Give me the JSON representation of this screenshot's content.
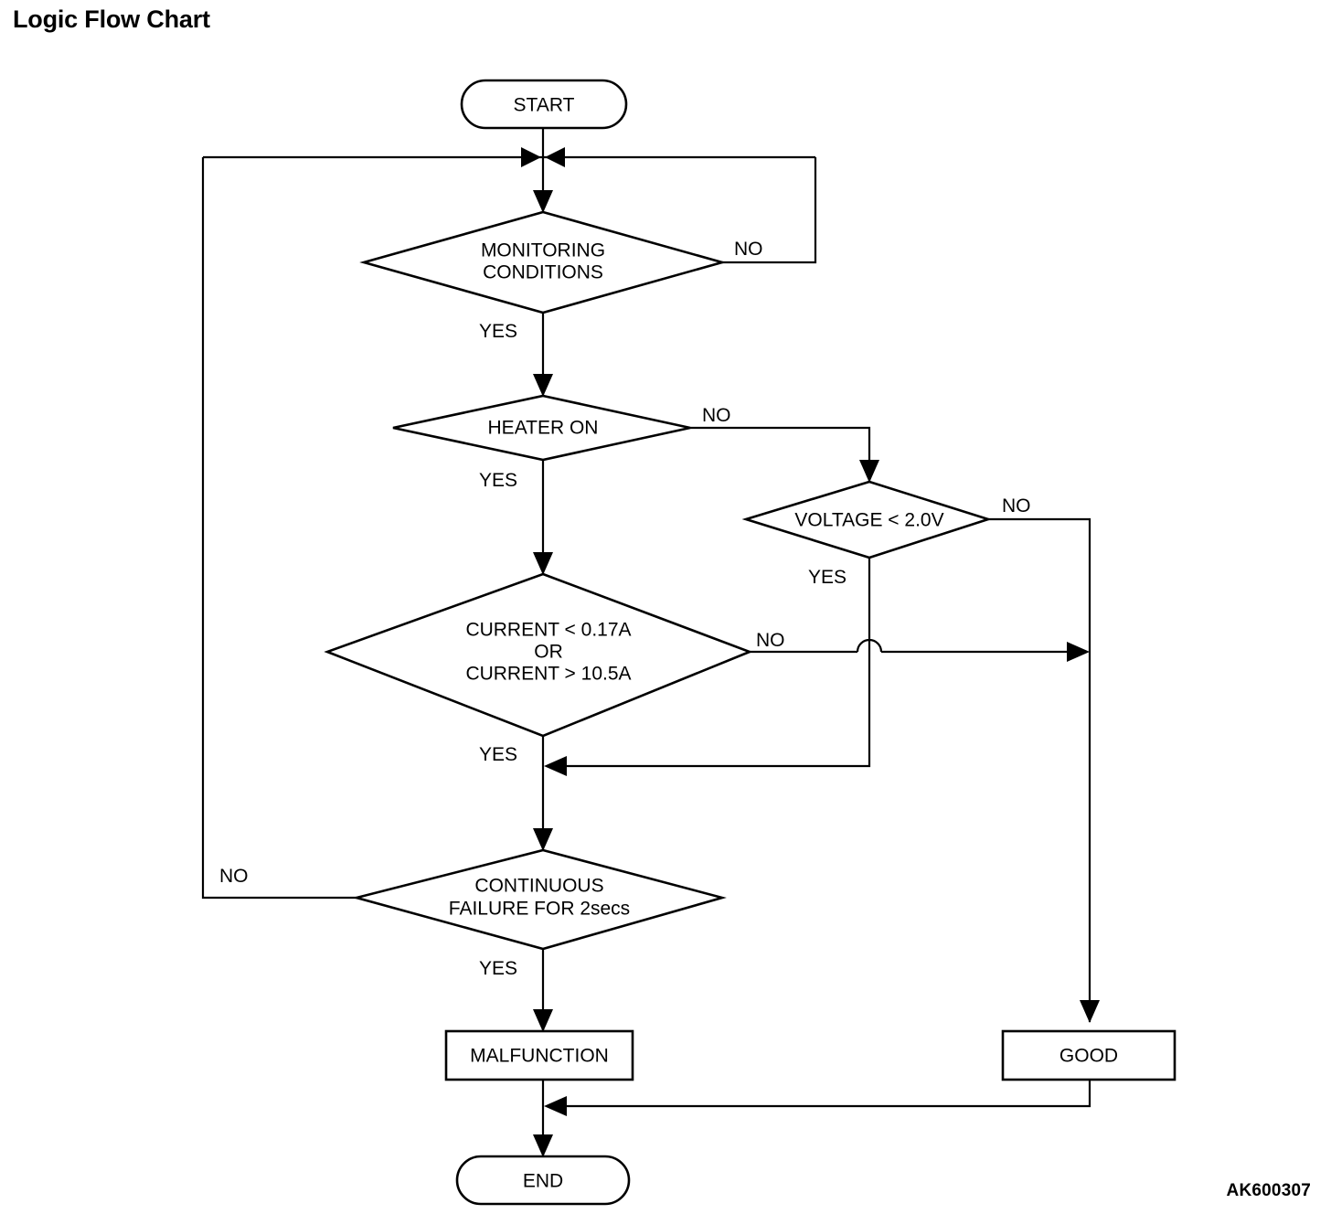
{
  "page": {
    "title": "Logic Flow Chart",
    "figure_code": "AK600307",
    "background_color": "#ffffff",
    "line_color": "#000000"
  },
  "chart_data": {
    "type": "diagram",
    "diagram_kind": "flowchart",
    "title": "Logic Flow Chart",
    "figure_code": "AK600307",
    "nodes": [
      {
        "id": "start",
        "shape": "stadium",
        "label": "START"
      },
      {
        "id": "monitoring",
        "shape": "diamond",
        "label": "MONITORING CONDITIONS",
        "lines": [
          "MONITORING",
          "CONDITIONS"
        ]
      },
      {
        "id": "heater",
        "shape": "diamond",
        "label": "HEATER ON",
        "lines": [
          "HEATER ON"
        ]
      },
      {
        "id": "voltage",
        "shape": "diamond",
        "label": "VOLTAGE < 2.0V",
        "lines": [
          "VOLTAGE < 2.0V"
        ]
      },
      {
        "id": "current",
        "shape": "diamond",
        "label": "CURRENT < 0.17A OR CURRENT > 10.5A",
        "lines": [
          "CURRENT < 0.17A",
          "OR",
          "CURRENT > 10.5A"
        ]
      },
      {
        "id": "continuous",
        "shape": "diamond",
        "label": "CONTINUOUS FAILURE FOR 2secs",
        "lines": [
          "CONTINUOUS",
          "FAILURE FOR 2secs"
        ]
      },
      {
        "id": "malfunction",
        "shape": "rectangle",
        "label": "MALFUNCTION"
      },
      {
        "id": "good",
        "shape": "rectangle",
        "label": "GOOD"
      },
      {
        "id": "end",
        "shape": "stadium",
        "label": "END"
      }
    ],
    "edges": [
      {
        "from": "start",
        "to": "monitoring",
        "label": ""
      },
      {
        "from": "monitoring",
        "to": "monitoring",
        "label": "NO",
        "note": "loops right and back to the junction above the diamond"
      },
      {
        "from": "monitoring",
        "to": "heater",
        "label": "YES"
      },
      {
        "from": "heater",
        "to": "voltage",
        "label": "NO"
      },
      {
        "from": "heater",
        "to": "current",
        "label": "YES"
      },
      {
        "from": "voltage",
        "to": "good",
        "label": "NO"
      },
      {
        "from": "voltage",
        "to": "continuous",
        "label": "YES",
        "note": "merges into the CURRENT YES path"
      },
      {
        "from": "current",
        "to": "good",
        "label": "NO",
        "note": "crosses the VOLTAGE YES line with a line hop"
      },
      {
        "from": "current",
        "to": "continuous",
        "label": "YES"
      },
      {
        "from": "continuous",
        "to": "monitoring",
        "label": "NO",
        "note": "returns along the far-left vertical to the junction above MONITORING CONDITIONS"
      },
      {
        "from": "continuous",
        "to": "malfunction",
        "label": "YES"
      },
      {
        "from": "malfunction",
        "to": "end",
        "label": ""
      },
      {
        "from": "good",
        "to": "end",
        "label": ""
      }
    ],
    "edge_labels": {
      "monitoring_no": "NO",
      "monitoring_yes": "YES",
      "heater_no": "NO",
      "heater_yes": "YES",
      "voltage_no": "NO",
      "voltage_yes": "YES",
      "current_no": "NO",
      "current_yes": "YES",
      "continuous_no": "NO",
      "continuous_yes": "YES"
    }
  },
  "nodes": {
    "start": {
      "label": "START"
    },
    "monitoring": {
      "line1": "MONITORING",
      "line2": "CONDITIONS"
    },
    "heater": {
      "line1": "HEATER ON"
    },
    "voltage": {
      "line1": "VOLTAGE < 2.0V"
    },
    "current": {
      "line1": "CURRENT < 0.17A",
      "line2": "OR",
      "line3": "CURRENT > 10.5A"
    },
    "continuous": {
      "line1": "CONTINUOUS",
      "line2": "FAILURE FOR 2secs"
    },
    "malfunction": {
      "label": "MALFUNCTION"
    },
    "good": {
      "label": "GOOD"
    },
    "end": {
      "label": "END"
    }
  },
  "labels": {
    "monitoring_no": "NO",
    "monitoring_yes": "YES",
    "heater_no": "NO",
    "heater_yes": "YES",
    "voltage_no": "NO",
    "voltage_yes": "YES",
    "current_no": "NO",
    "current_yes": "YES",
    "continuous_no": "NO",
    "continuous_yes": "YES"
  }
}
